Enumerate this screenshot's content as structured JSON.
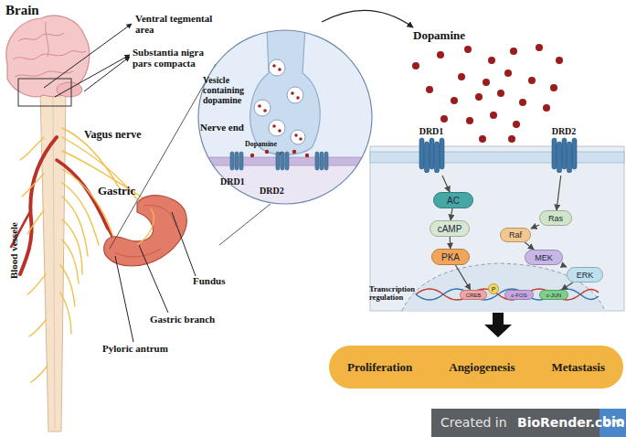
{
  "diagram": {
    "nodes": [
      {
        "text": [
          "DRD1"
        ]
      },
      {
        "text": [
          "DRD2"
        ]
      },
      {
        "text": [
          "AC"
        ]
      },
      {
        "text": [
          "cAMP"
        ]
      },
      {
        "text": [
          "PKA"
        ]
      },
      {
        "text": [
          "Ras"
        ]
      },
      {
        "text": [
          "Raf"
        ]
      },
      {
        "text": [
          "MEK"
        ]
      },
      {
        "text": [
          "ERK"
        ]
      },
      {
        "text": [
          "CREB"
        ]
      },
      {
        "text": [
          "P"
        ]
      },
      {
        "text": [
          "c-FOS"
        ]
      },
      {
        "text": [
          "c-JUN"
        ]
      },
      {
        "text": [
          "Proliferation",
          "Angiogenesis",
          "Metastasis"
        ]
      }
    ],
    "edges": [
      {
        "from": 0,
        "to": 2,
        "arrow": "to"
      },
      {
        "from": 2,
        "to": 3,
        "arrow": "to"
      },
      {
        "from": 3,
        "to": 4,
        "arrow": "to"
      },
      {
        "from": 4,
        "to": 9,
        "arrow": "to"
      },
      {
        "from": 1,
        "to": 5,
        "arrow": "to"
      },
      {
        "from": 5,
        "to": 6,
        "arrow": "to"
      },
      {
        "from": 6,
        "to": 7,
        "arrow": "to"
      },
      {
        "from": 7,
        "to": 8,
        "arrow": "to"
      },
      {
        "from": 8,
        "to": 12,
        "arrow": "to"
      }
    ],
    "labels": [
      "Brain",
      "Ventral tegmental area",
      "Substantia nigra pars compacta",
      "Vagus nerve",
      "Blood vessele",
      "Gastric",
      "Fundus",
      "Gastric branch",
      "Pyloric antrum",
      "Vesicle containing dopamine",
      "Nerve end",
      "Dopamine",
      "DRD1",
      "DRD2",
      "Dopamine",
      "Transcription regulation",
      "Created in",
      "BioRender.com",
      "bio"
    ]
  }
}
